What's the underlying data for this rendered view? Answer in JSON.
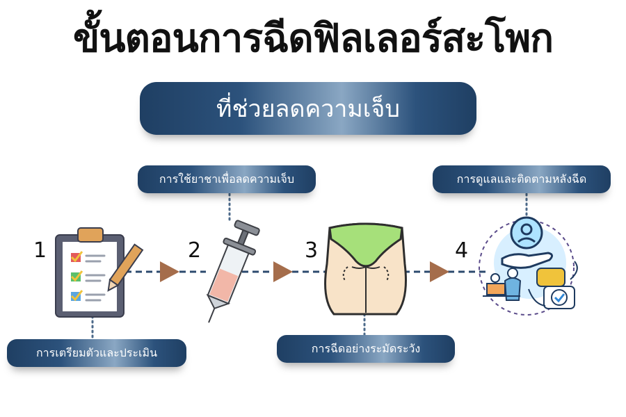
{
  "title": "ขั้นตอนการฉีดฟิลเลอร์สะโพก",
  "subtitle": "ที่ช่วยลดความเจ็บ",
  "steps": [
    {
      "number": "1",
      "label": "การเตรียมตัวและประเมิน",
      "icon": "clipboard-checklist-icon"
    },
    {
      "number": "2",
      "label": "การใช้ยาชาเพื่อลดความเจ็บ",
      "icon": "syringe-icon"
    },
    {
      "number": "3",
      "label": "การฉีดอย่างระมัดระวัง",
      "icon": "hip-injection-icon"
    },
    {
      "number": "4",
      "label": "การดูแลและติดตามหลังฉีด",
      "icon": "patient-care-icon"
    }
  ],
  "colors": {
    "pill_dark": "#1f3f63",
    "pill_light": "#8aa7c3",
    "connector": "#2c4a6e",
    "arrow": "#a56d4b"
  }
}
